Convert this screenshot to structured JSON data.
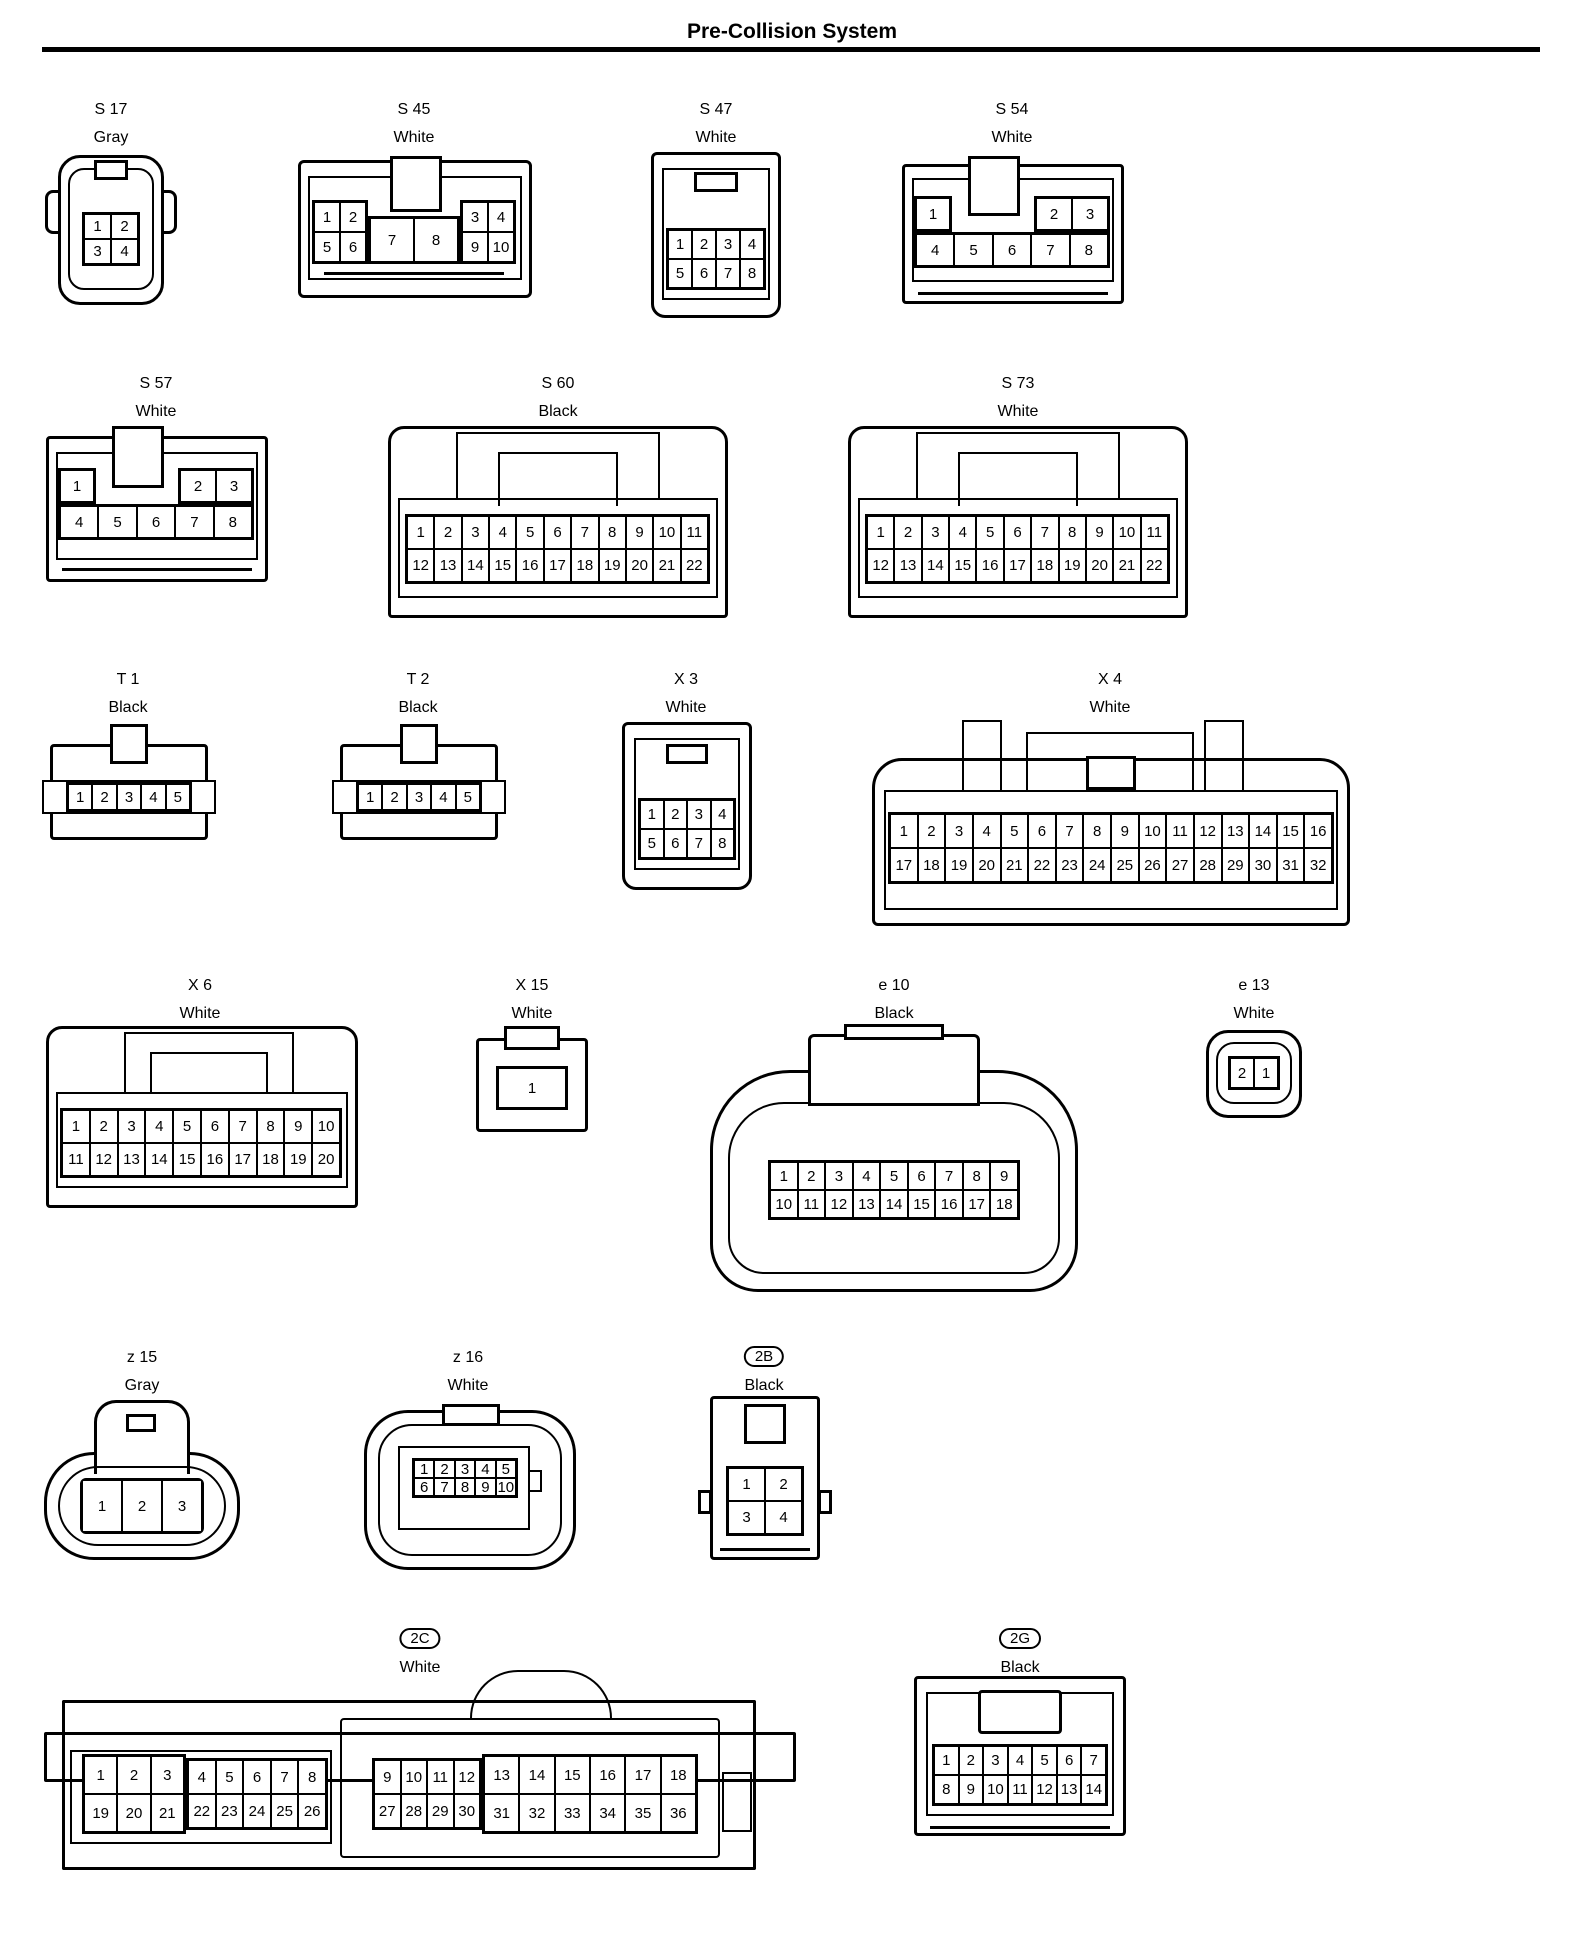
{
  "page": {
    "title": "Pre-Collision System"
  },
  "connectors": {
    "S17": {
      "name": "S 17",
      "color": "Gray"
    },
    "S45": {
      "name": "S 45",
      "color": "White"
    },
    "S47": {
      "name": "S 47",
      "color": "White"
    },
    "S54": {
      "name": "S 54",
      "color": "White"
    },
    "S57": {
      "name": "S 57",
      "color": "White"
    },
    "S60": {
      "name": "S 60",
      "color": "Black"
    },
    "S73": {
      "name": "S 73",
      "color": "White"
    },
    "T1": {
      "name": "T 1",
      "color": "Black"
    },
    "T2": {
      "name": "T 2",
      "color": "Black"
    },
    "X3": {
      "name": "X 3",
      "color": "White"
    },
    "X4": {
      "name": "X 4",
      "color": "White"
    },
    "X6": {
      "name": "X 6",
      "color": "White"
    },
    "X15": {
      "name": "X 15",
      "color": "White"
    },
    "e10": {
      "name": "e 10",
      "color": "Black"
    },
    "e13": {
      "name": "e 13",
      "color": "White"
    },
    "z15": {
      "name": "z 15",
      "color": "Gray"
    },
    "z16": {
      "name": "z 16",
      "color": "White"
    },
    "2B": {
      "name": "2B",
      "color": "Black"
    },
    "2C": {
      "name": "2C",
      "color": "White"
    },
    "2G": {
      "name": "2G",
      "color": "Black"
    }
  },
  "pins": {
    "S17": [
      "1",
      "2",
      "3",
      "4"
    ],
    "S45": [
      "1",
      "2",
      "5",
      "6",
      "7",
      "8",
      "3",
      "4",
      "9",
      "10"
    ],
    "S47": [
      "1",
      "2",
      "3",
      "4",
      "5",
      "6",
      "7",
      "8"
    ],
    "S54": [
      "1",
      "2",
      "3",
      "4",
      "5",
      "6",
      "7",
      "8"
    ],
    "S57": [
      "1",
      "2",
      "3",
      "4",
      "5",
      "6",
      "7",
      "8"
    ],
    "S60": [
      "1",
      "2",
      "3",
      "4",
      "5",
      "6",
      "7",
      "8",
      "9",
      "10",
      "11",
      "12",
      "13",
      "14",
      "15",
      "16",
      "17",
      "18",
      "19",
      "20",
      "21",
      "22"
    ],
    "S73": [
      "1",
      "2",
      "3",
      "4",
      "5",
      "6",
      "7",
      "8",
      "9",
      "10",
      "11",
      "12",
      "13",
      "14",
      "15",
      "16",
      "17",
      "18",
      "19",
      "20",
      "21",
      "22"
    ],
    "T1": [
      "1",
      "2",
      "3",
      "4",
      "5"
    ],
    "T2": [
      "1",
      "2",
      "3",
      "4",
      "5"
    ],
    "X3": [
      "1",
      "2",
      "3",
      "4",
      "5",
      "6",
      "7",
      "8"
    ],
    "X4": [
      "1",
      "2",
      "3",
      "4",
      "5",
      "6",
      "7",
      "8",
      "9",
      "10",
      "11",
      "12",
      "13",
      "14",
      "15",
      "16",
      "17",
      "18",
      "19",
      "20",
      "21",
      "22",
      "23",
      "24",
      "25",
      "26",
      "27",
      "28",
      "29",
      "30",
      "31",
      "32"
    ],
    "X6": [
      "1",
      "2",
      "3",
      "4",
      "5",
      "6",
      "7",
      "8",
      "9",
      "10",
      "11",
      "12",
      "13",
      "14",
      "15",
      "16",
      "17",
      "18",
      "19",
      "20"
    ],
    "X15": [
      "1"
    ],
    "e10": [
      "1",
      "2",
      "3",
      "4",
      "5",
      "6",
      "7",
      "8",
      "9",
      "10",
      "11",
      "12",
      "13",
      "14",
      "15",
      "16",
      "17",
      "18"
    ],
    "e13": [
      "2",
      "1"
    ],
    "z15": [
      "1",
      "2",
      "3"
    ],
    "z16": [
      "1",
      "2",
      "3",
      "4",
      "5",
      "6",
      "7",
      "8",
      "9",
      "10"
    ],
    "2B": [
      "1",
      "2",
      "3",
      "4"
    ],
    "2C": [
      "1",
      "2",
      "3",
      "4",
      "5",
      "6",
      "7",
      "8",
      "9",
      "10",
      "11",
      "12",
      "13",
      "14",
      "15",
      "16",
      "17",
      "18",
      "19",
      "20",
      "21",
      "22",
      "23",
      "24",
      "25",
      "26",
      "27",
      "28",
      "29",
      "30",
      "31",
      "32",
      "33",
      "34",
      "35",
      "36"
    ],
    "2G": [
      "1",
      "2",
      "3",
      "4",
      "5",
      "6",
      "7",
      "8",
      "9",
      "10",
      "11",
      "12",
      "13",
      "14"
    ]
  }
}
